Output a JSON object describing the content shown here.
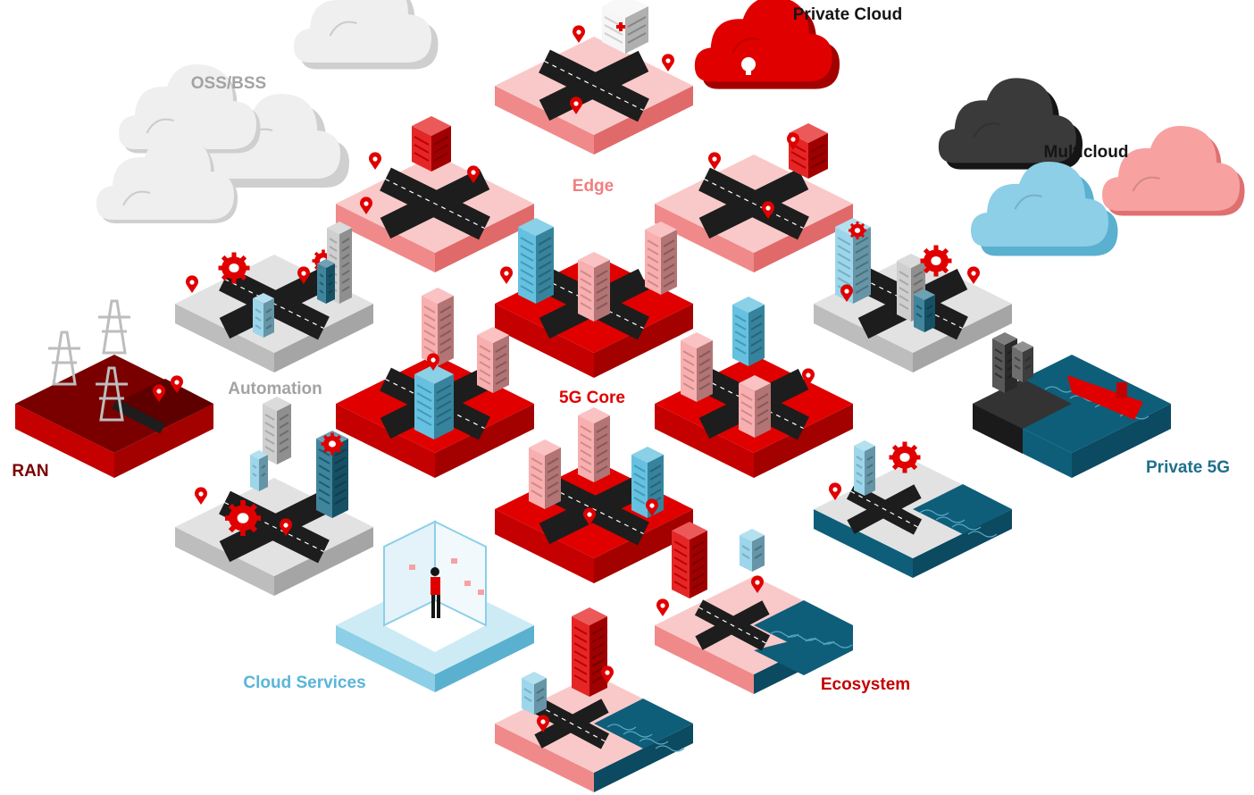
{
  "labels": {
    "private_cloud": "Private Cloud",
    "oss_bss": "OSS/BSS",
    "multicloud": "Multicloud",
    "edge": "Edge",
    "automation": "Automation",
    "core_5g": "5G Core",
    "ran": "RAN",
    "private_5g": "Private 5G",
    "cloud_services": "Cloud Services",
    "ecosystem": "Ecosystem"
  },
  "colors": {
    "red": "#e00000",
    "dark_red": "#7a0000",
    "pink": "#f6b3b3",
    "light_gray": "#d4d4d4",
    "sky_blue": "#8ccfe6",
    "teal": "#0e5e7a",
    "black": "#151515",
    "label_gray": "#a3a3a3",
    "label_pink": "#f17f7f",
    "label_red": "#c40000",
    "label_teal": "#1f6f8b",
    "label_blue": "#5ab5d9"
  }
}
